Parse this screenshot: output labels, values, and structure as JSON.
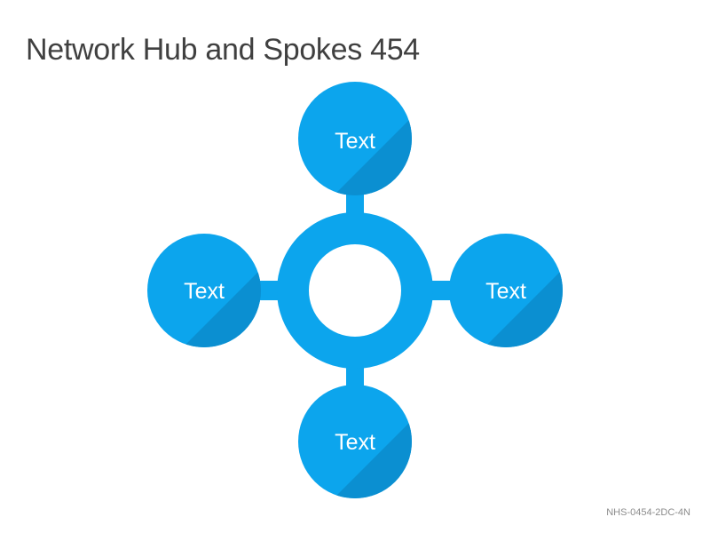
{
  "title": "Network Hub and Spokes 454",
  "nodes": {
    "top": {
      "label": "Text"
    },
    "left": {
      "label": "Text"
    },
    "right": {
      "label": "Text"
    },
    "bottom": {
      "label": "Text"
    }
  },
  "colors": {
    "primary": "#0ca5ed",
    "shade": "#0b8fd1",
    "background": "#ffffff",
    "title": "#404040",
    "footer": "#8c8c8c"
  },
  "footer": {
    "code": "NHS-0454-2DC-4N"
  }
}
